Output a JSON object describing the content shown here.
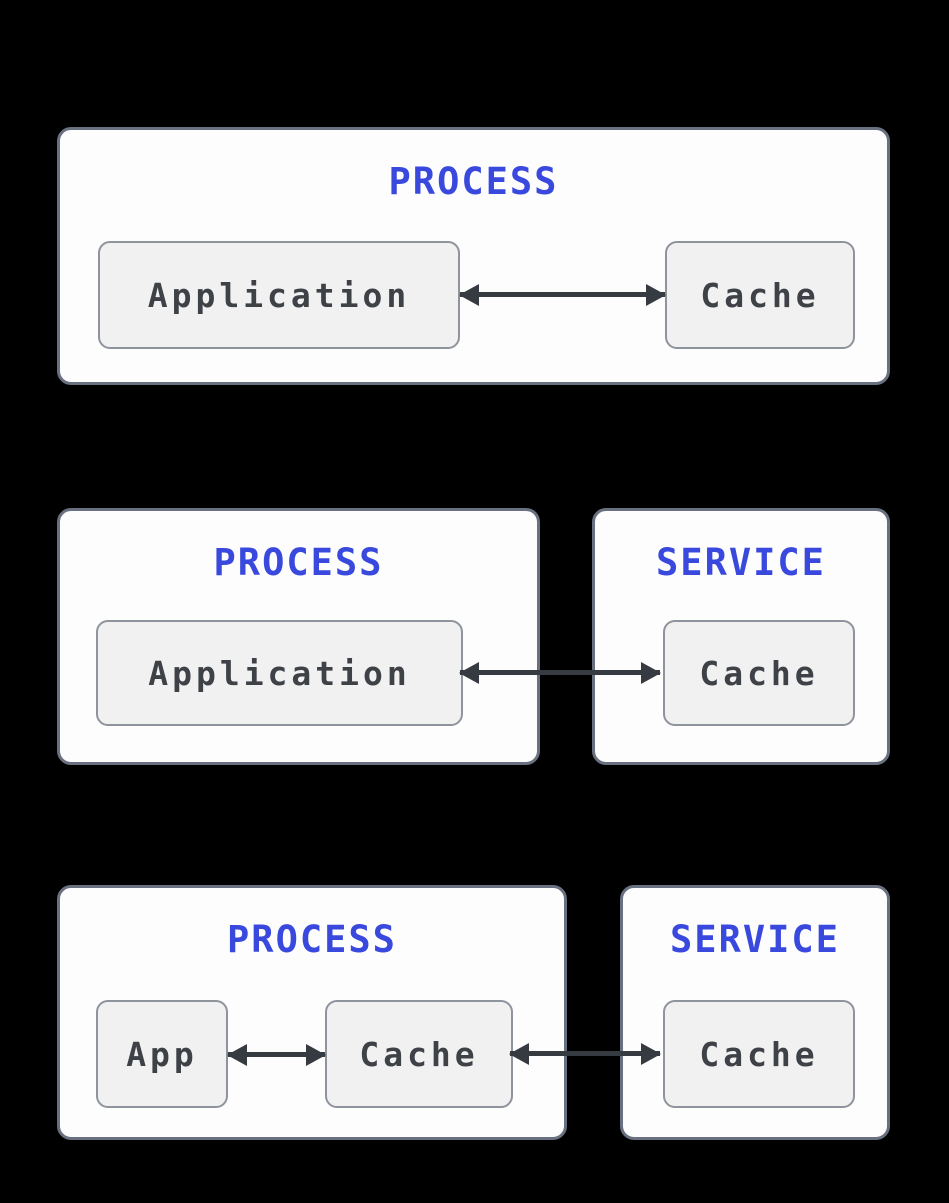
{
  "colors": {
    "page_bg": "#000000",
    "title": "#3a49dd",
    "node_text": "#3e4247",
    "arrow": "#363b41",
    "container_bg": "#fdfdfe",
    "container_border": "#697080",
    "node_bg": "#f1f1f2",
    "node_border": "#8e939c"
  },
  "rows": [
    {
      "containers": [
        {
          "title": "PROCESS",
          "nodes": [
            {
              "label": "Application"
            },
            {
              "label": "Cache"
            }
          ]
        }
      ]
    },
    {
      "containers": [
        {
          "title": "PROCESS",
          "nodes": [
            {
              "label": "Application"
            }
          ]
        },
        {
          "title": "SERVICE",
          "nodes": [
            {
              "label": "Cache"
            }
          ]
        }
      ]
    },
    {
      "containers": [
        {
          "title": "PROCESS",
          "nodes": [
            {
              "label": "App"
            },
            {
              "label": "Cache"
            }
          ]
        },
        {
          "title": "SERVICE",
          "nodes": [
            {
              "label": "Cache"
            }
          ]
        }
      ]
    }
  ]
}
